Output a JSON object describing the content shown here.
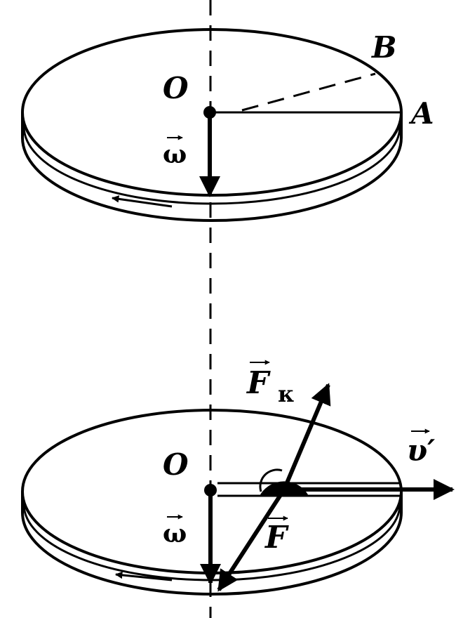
{
  "labels": {
    "top_center": "O",
    "top_point_b": "B",
    "top_point_a": "A",
    "top_omega": "ω",
    "bottom_center": "O",
    "bottom_omega": "ω",
    "force_coriolis": "F",
    "force_coriolis_sub": "к",
    "force_inertial": "F",
    "relative_velocity": "υ′"
  },
  "colors": {
    "ink": "#000000",
    "paper": "#ffffff"
  }
}
